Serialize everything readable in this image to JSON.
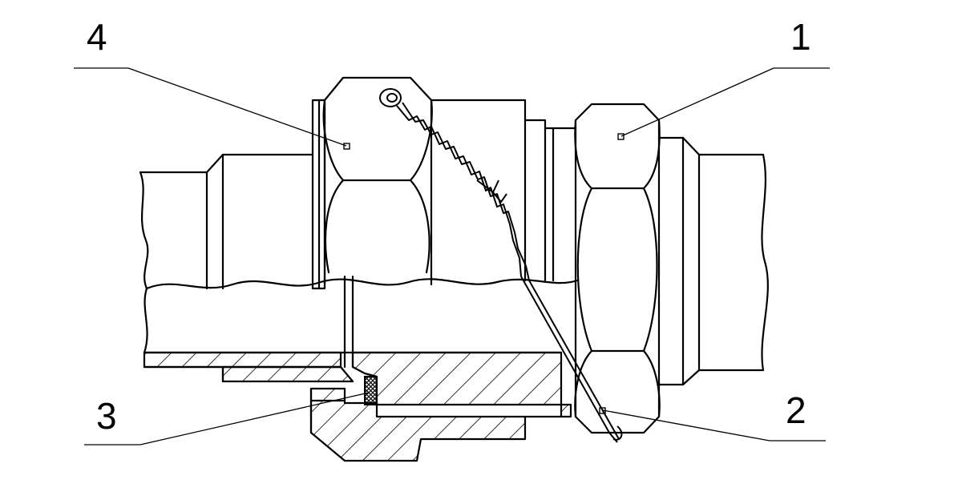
{
  "labels": {
    "item1": "1",
    "item2": "2",
    "item3": "3",
    "item4": "4"
  }
}
